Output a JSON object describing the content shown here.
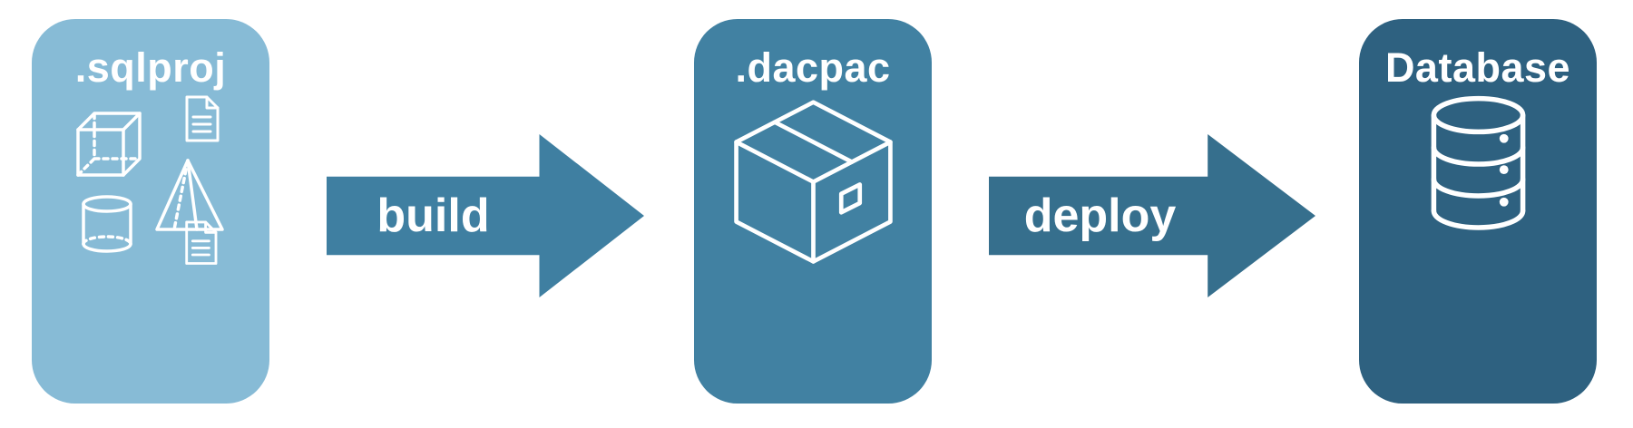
{
  "nodes": {
    "sqlproj": {
      "label": ".sqlproj",
      "bg": "#87bbd6",
      "icons": [
        "cube-icon",
        "scroll-icon",
        "pyramid-icon",
        "cylinder-icon",
        "scroll-icon"
      ]
    },
    "dacpac": {
      "label": ".dacpac",
      "bg": "#4181a2",
      "icon": "package-box-icon"
    },
    "database": {
      "label": "Database",
      "bg": "#2e6180",
      "icon": "database-cylinder-icon"
    }
  },
  "arrows": {
    "build": {
      "label": "build",
      "bg": "#3f7fa1"
    },
    "deploy": {
      "label": "deploy",
      "bg": "#366f8d"
    }
  },
  "colors": {
    "text": "#ffffff",
    "background": "#ffffff"
  }
}
